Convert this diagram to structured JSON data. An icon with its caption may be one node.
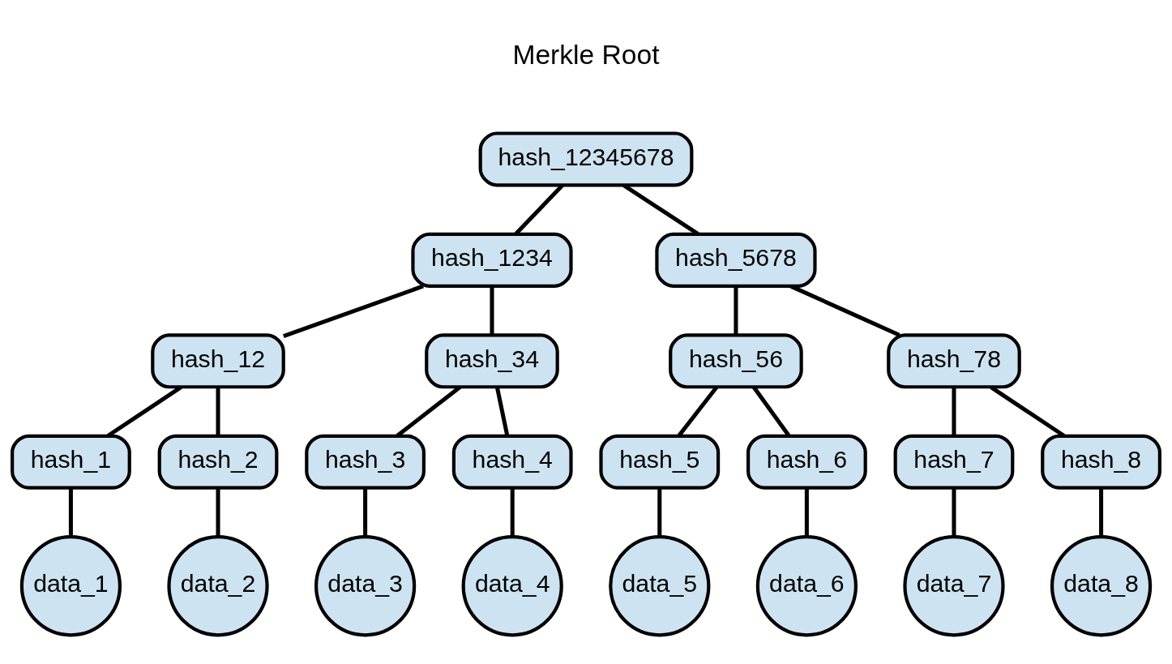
{
  "diagram": {
    "nodes": [
      {
        "text": [
          "hash_12345678"
        ],
        "beside": [
          "Merkle Root"
        ]
      },
      {
        "text": [
          "hash_1234"
        ]
      },
      {
        "text": [
          "hash_5678"
        ]
      },
      {
        "text": [
          "hash_12"
        ]
      },
      {
        "text": [
          "hash_34"
        ]
      },
      {
        "text": [
          "hash_56"
        ]
      },
      {
        "text": [
          "hash_78"
        ]
      },
      {
        "text": [
          "hash_1"
        ]
      },
      {
        "text": [
          "hash_2"
        ]
      },
      {
        "text": [
          "hash_3"
        ]
      },
      {
        "text": [
          "hash_4"
        ]
      },
      {
        "text": [
          "hash_5"
        ]
      },
      {
        "text": [
          "hash_6"
        ]
      },
      {
        "text": [
          "hash_7"
        ]
      },
      {
        "text": [
          "hash_8"
        ]
      },
      {
        "text": [
          "data_1"
        ]
      },
      {
        "text": [
          "data_2"
        ]
      },
      {
        "text": [
          "data_3"
        ]
      },
      {
        "text": [
          "data_4"
        ]
      },
      {
        "text": [
          "data_5"
        ]
      },
      {
        "text": [
          "data_6"
        ]
      },
      {
        "text": [
          "data_7"
        ]
      },
      {
        "text": [
          "data_8"
        ]
      }
    ],
    "edges": [
      {
        "from": 0,
        "to": 1,
        "arrow": "none"
      },
      {
        "from": 0,
        "to": 2,
        "arrow": "none"
      },
      {
        "from": 1,
        "to": 3,
        "arrow": "none"
      },
      {
        "from": 1,
        "to": 4,
        "arrow": "none"
      },
      {
        "from": 2,
        "to": 5,
        "arrow": "none"
      },
      {
        "from": 2,
        "to": 6,
        "arrow": "none"
      },
      {
        "from": 3,
        "to": 7,
        "arrow": "none"
      },
      {
        "from": 3,
        "to": 8,
        "arrow": "none"
      },
      {
        "from": 4,
        "to": 9,
        "arrow": "none"
      },
      {
        "from": 4,
        "to": 10,
        "arrow": "none"
      },
      {
        "from": 5,
        "to": 11,
        "arrow": "none"
      },
      {
        "from": 5,
        "to": 12,
        "arrow": "none"
      },
      {
        "from": 6,
        "to": 13,
        "arrow": "none"
      },
      {
        "from": 6,
        "to": 14,
        "arrow": "none"
      },
      {
        "from": 7,
        "to": 15,
        "arrow": "none"
      },
      {
        "from": 8,
        "to": 16,
        "arrow": "none"
      },
      {
        "from": 9,
        "to": 17,
        "arrow": "none"
      },
      {
        "from": 10,
        "to": 18,
        "arrow": "none"
      },
      {
        "from": 11,
        "to": 19,
        "arrow": "none"
      },
      {
        "from": 12,
        "to": 20,
        "arrow": "none"
      },
      {
        "from": 13,
        "to": 21,
        "arrow": "none"
      },
      {
        "from": 14,
        "to": 22,
        "arrow": "none"
      }
    ]
  }
}
